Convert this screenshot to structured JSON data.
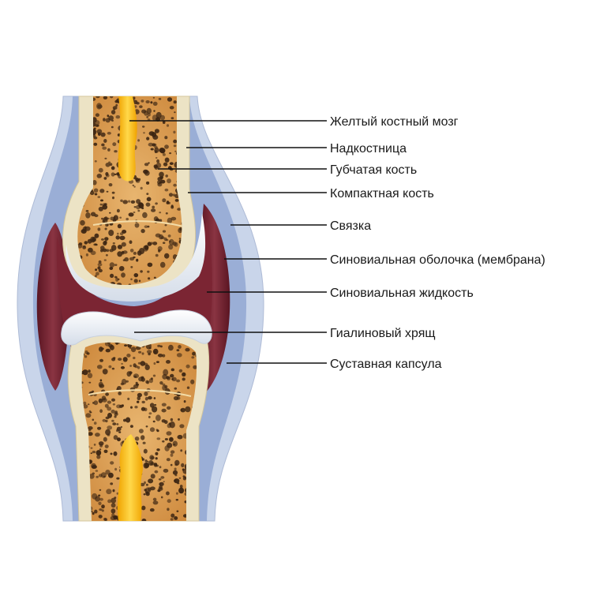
{
  "labels": [
    {
      "id": "yellow-marrow",
      "text": "Желтый костный мозг"
    },
    {
      "id": "periosteum",
      "text": "Надкостница"
    },
    {
      "id": "spongy-bone",
      "text": "Губчатая кость"
    },
    {
      "id": "compact-bone",
      "text": "Компактная кость"
    },
    {
      "id": "ligament",
      "text": "Связка"
    },
    {
      "id": "synovial-membrane",
      "text": "Синовиальная оболочка (мембрана)"
    },
    {
      "id": "synovial-fluid",
      "text": "Синовиальная жидкость"
    },
    {
      "id": "hyaline-cartilage",
      "text": "Гиалиновый хрящ"
    },
    {
      "id": "joint-capsule",
      "text": "Суставная капсула"
    }
  ],
  "colors": {
    "ligament_outer": "#c9d5ea",
    "ligament_inner": "#9aaed6",
    "capsule": "#6e1f2c",
    "compact_bone": "#ece3c5",
    "spongy_bone": "#d79b53",
    "marrow": "#f4b20a",
    "cartilage": "#eef2f8",
    "pores": "#3a2412"
  }
}
